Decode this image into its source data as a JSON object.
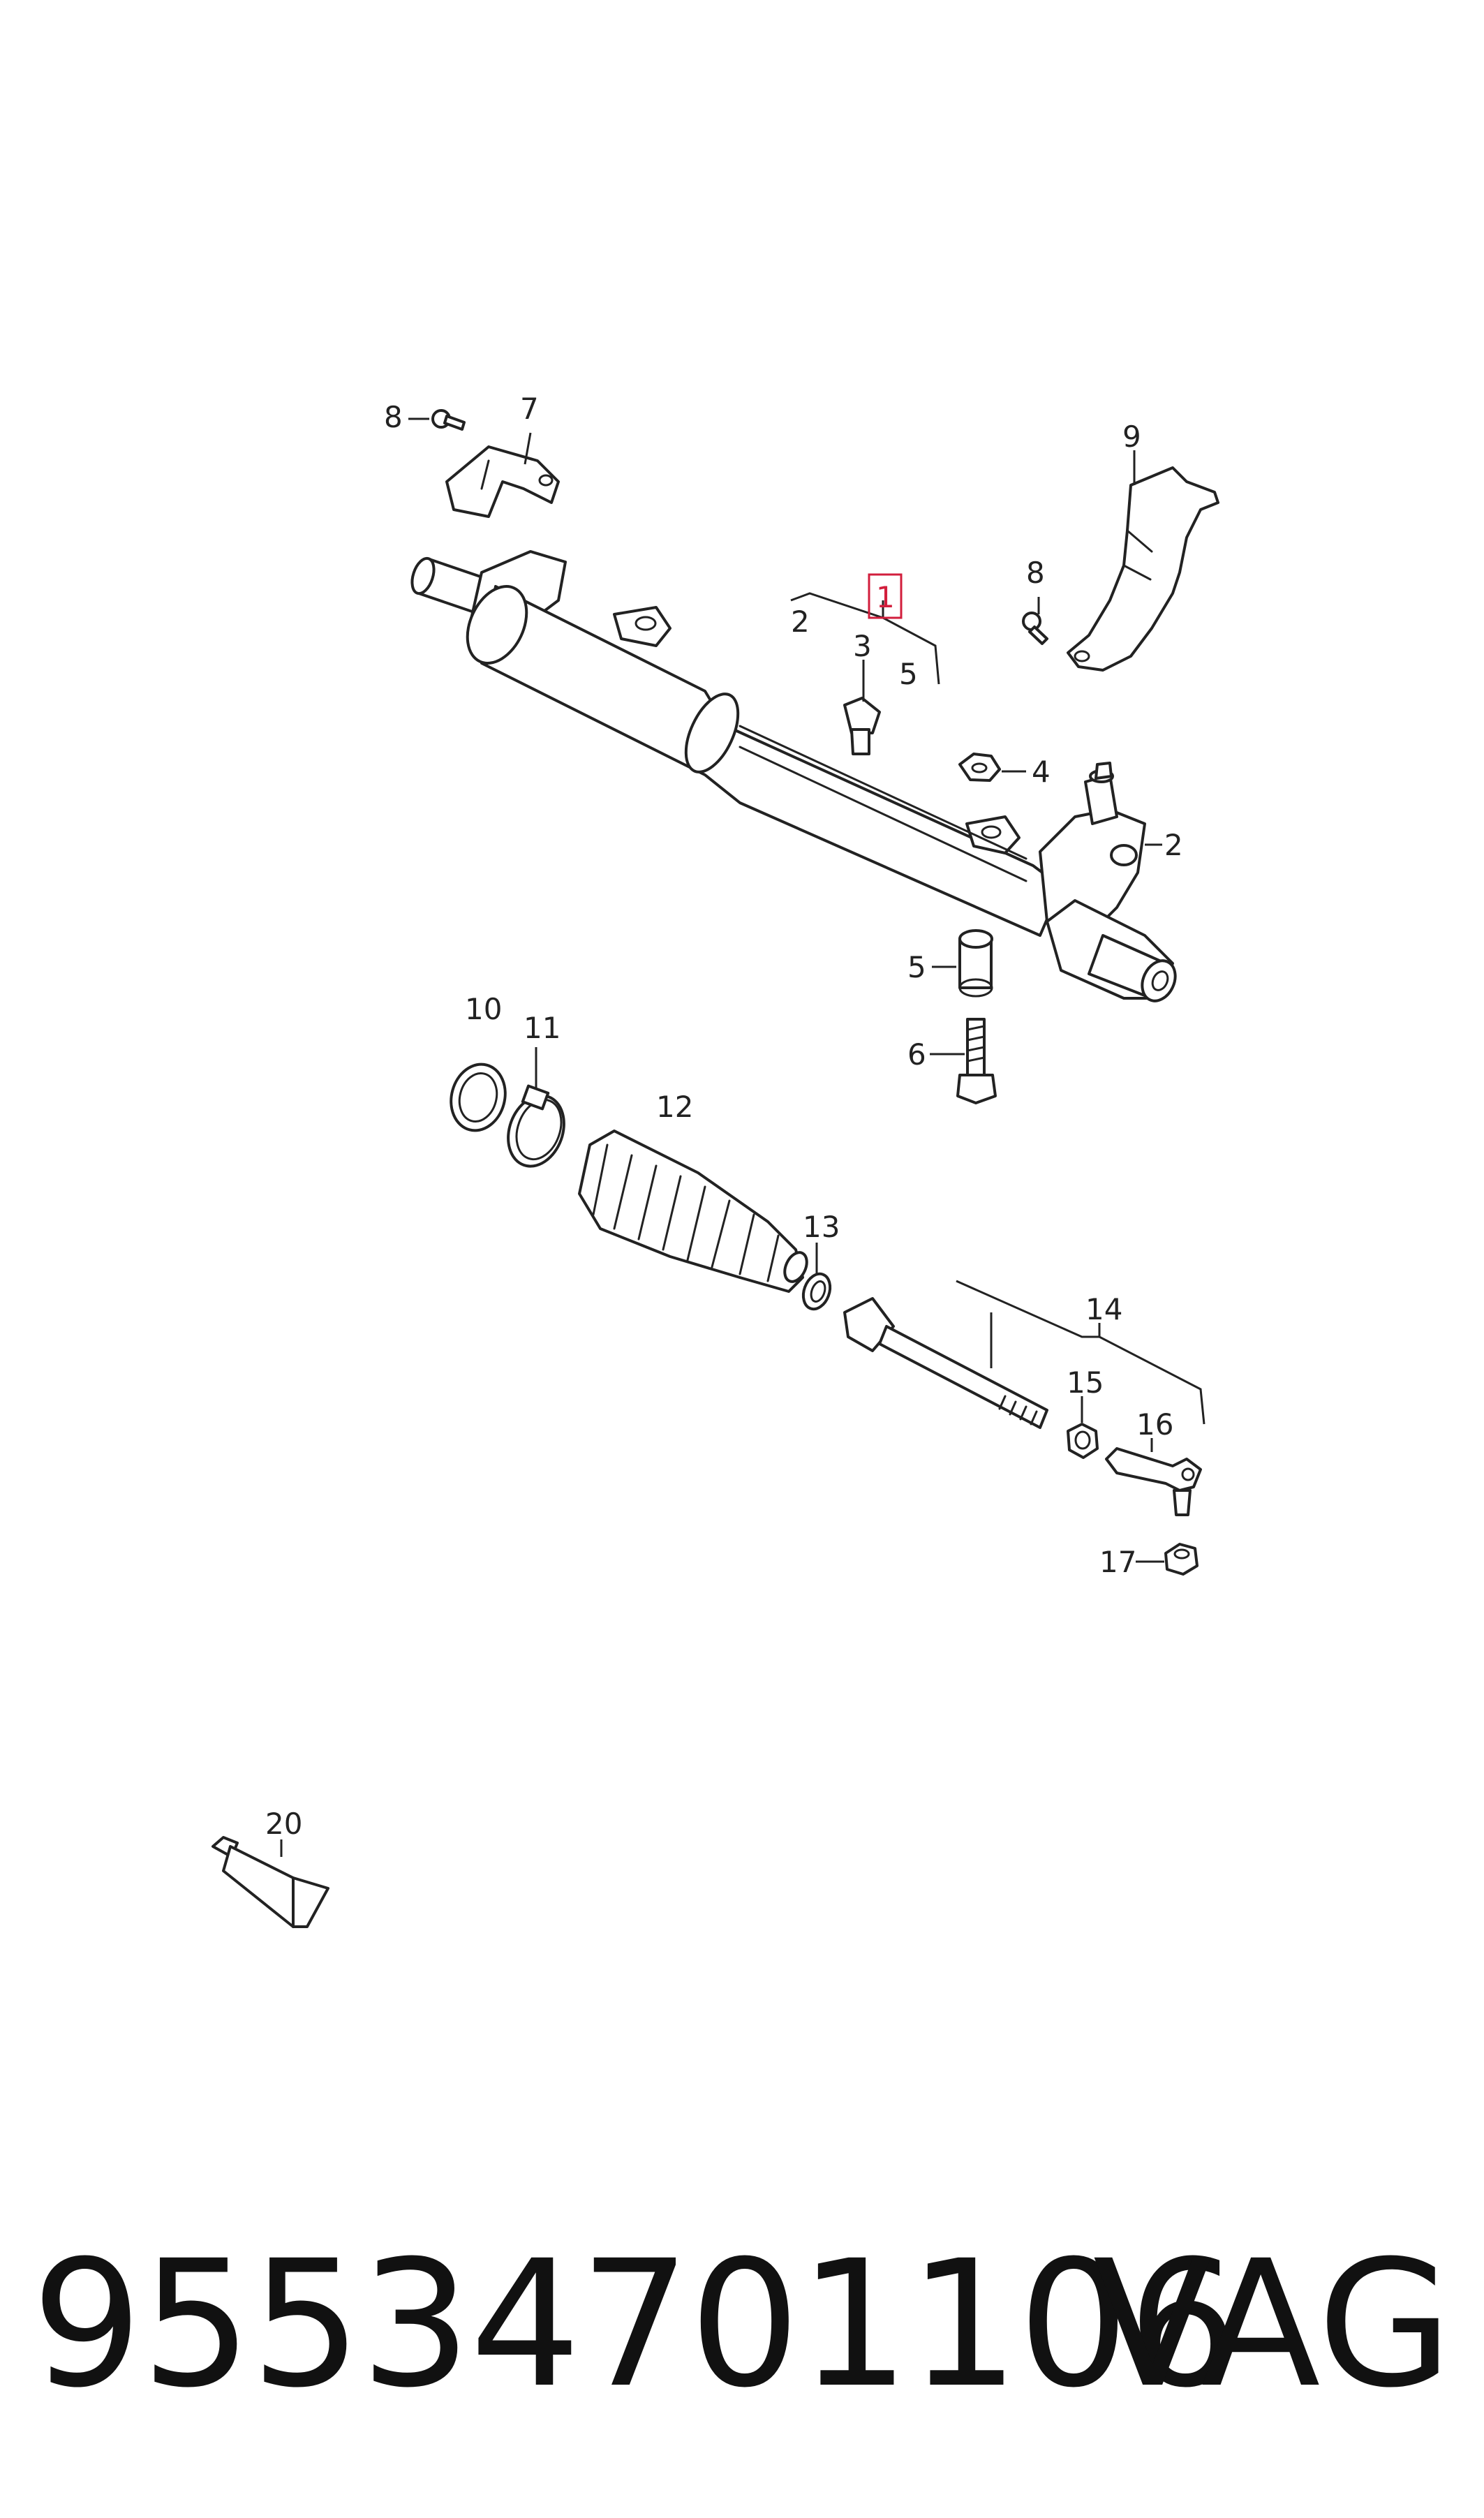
{
  "diagram": {
    "callouts": [
      {
        "id": "c1",
        "text": "1",
        "highlighted": true
      },
      {
        "id": "c2a",
        "text": "2"
      },
      {
        "id": "c2b",
        "text": "2"
      },
      {
        "id": "c3",
        "text": "3"
      },
      {
        "id": "c4",
        "text": "4"
      },
      {
        "id": "c5a",
        "text": "5"
      },
      {
        "id": "c5b",
        "text": "5"
      },
      {
        "id": "c6",
        "text": "6"
      },
      {
        "id": "c7",
        "text": "7"
      },
      {
        "id": "c8a",
        "text": "8"
      },
      {
        "id": "c8b",
        "text": "8"
      },
      {
        "id": "c9",
        "text": "9"
      },
      {
        "id": "c10",
        "text": "10"
      },
      {
        "id": "c11",
        "text": "11"
      },
      {
        "id": "c12",
        "text": "12"
      },
      {
        "id": "c13",
        "text": "13"
      },
      {
        "id": "c14",
        "text": "14"
      },
      {
        "id": "c15",
        "text": "15"
      },
      {
        "id": "c16",
        "text": "16"
      },
      {
        "id": "c17",
        "text": "17"
      },
      {
        "id": "c20",
        "text": "20"
      }
    ],
    "highlight_color": "#d21e3c"
  },
  "footer": {
    "part_number": "95534701106",
    "brand": "VAG"
  }
}
